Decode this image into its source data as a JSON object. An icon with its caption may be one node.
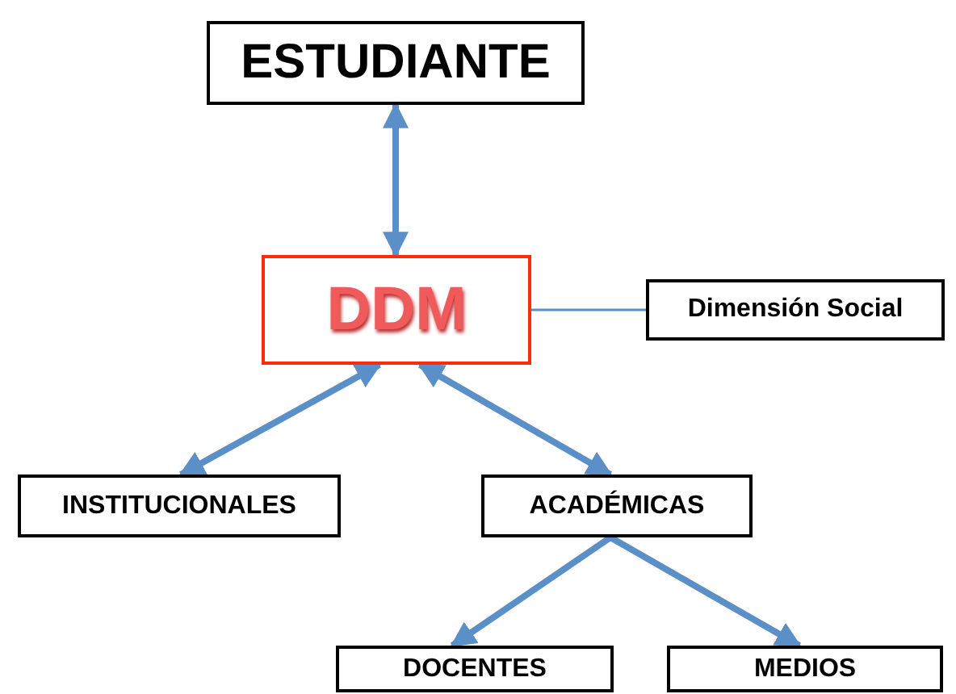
{
  "diagram": {
    "nodes": [
      {
        "text": [
          "ESTUDIANTE"
        ]
      },
      {
        "text": [
          "DDM"
        ]
      },
      {
        "text": [
          "Dimensión Social"
        ]
      },
      {
        "text": [
          "INSTITUCIONALES"
        ]
      },
      {
        "text": [
          "ACADÉMICAS"
        ]
      },
      {
        "text": [
          "DOCENTES"
        ]
      },
      {
        "text": [
          "MEDIOS"
        ]
      }
    ],
    "edges": [
      {
        "from": 0,
        "to": 1,
        "arrow": "both"
      },
      {
        "from": 1,
        "to": 2,
        "arrow": "none"
      },
      {
        "from": 1,
        "to": 3,
        "arrow": "both"
      },
      {
        "from": 1,
        "to": 4,
        "arrow": "both"
      },
      {
        "from": 4,
        "to": 5,
        "arrow": "to"
      },
      {
        "from": 4,
        "to": 6,
        "arrow": "to"
      }
    ]
  }
}
